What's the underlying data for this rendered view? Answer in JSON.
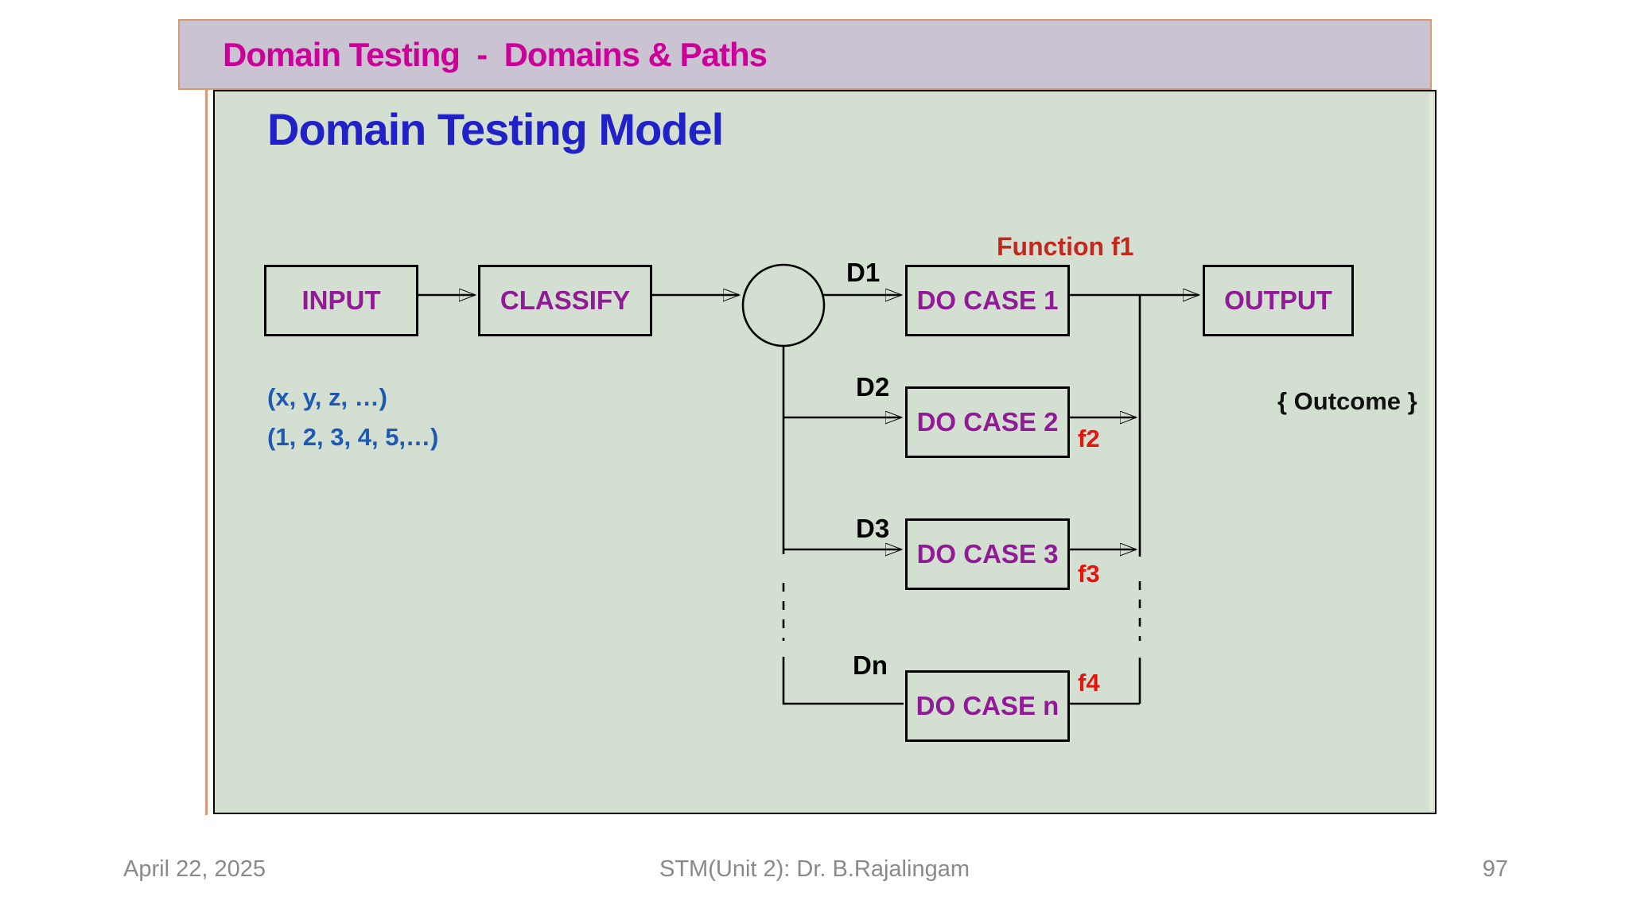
{
  "title_bar": {
    "title": "Domain Testing  -  Domains & Paths"
  },
  "slide": {
    "heading": "Domain Testing Model",
    "diagram": {
      "type": "flowchart",
      "nodes": {
        "input": "INPUT",
        "classify": "CLASSIFY",
        "do_case_1": "DO CASE 1",
        "do_case_2": "DO CASE 2",
        "do_case_3": "DO CASE 3",
        "do_case_n": "DO CASE n",
        "output": "OUTPUT"
      },
      "edge_labels": {
        "d1": "D1",
        "d2": "D2",
        "d3": "D3",
        "dn": "Dn"
      },
      "function_labels": {
        "f1": "Function f1",
        "f2": "f2",
        "f3": "f3",
        "f4": "f4"
      }
    },
    "annotations": {
      "input_vars": "(x, y, z, …)",
      "input_values": "(1, 2, 3, 4, 5,…)",
      "outcome": "{ Outcome }"
    }
  },
  "footer": {
    "date": "April 22, 2025",
    "center": "STM(Unit 2): Dr. B.Rajalingam",
    "page_number": "97"
  },
  "colors": {
    "title_bar_bg": "#cac4d2",
    "title_bar_border": "#d89a6a",
    "title_text": "#cc0099",
    "panel_bg": "#d3dfd1",
    "panel_border": "#000000",
    "heading_text": "#2121c8",
    "node_text": "#911a96",
    "node_border": "#000000",
    "domain_label_text": "#000000",
    "function_f1_text": "#c2281e",
    "function_fn_text": "#e3150d",
    "tuple_text": "#1e5ab4",
    "outcome_text": "#111111",
    "footer_text": "#898989",
    "page_bg": "#ffffff"
  }
}
